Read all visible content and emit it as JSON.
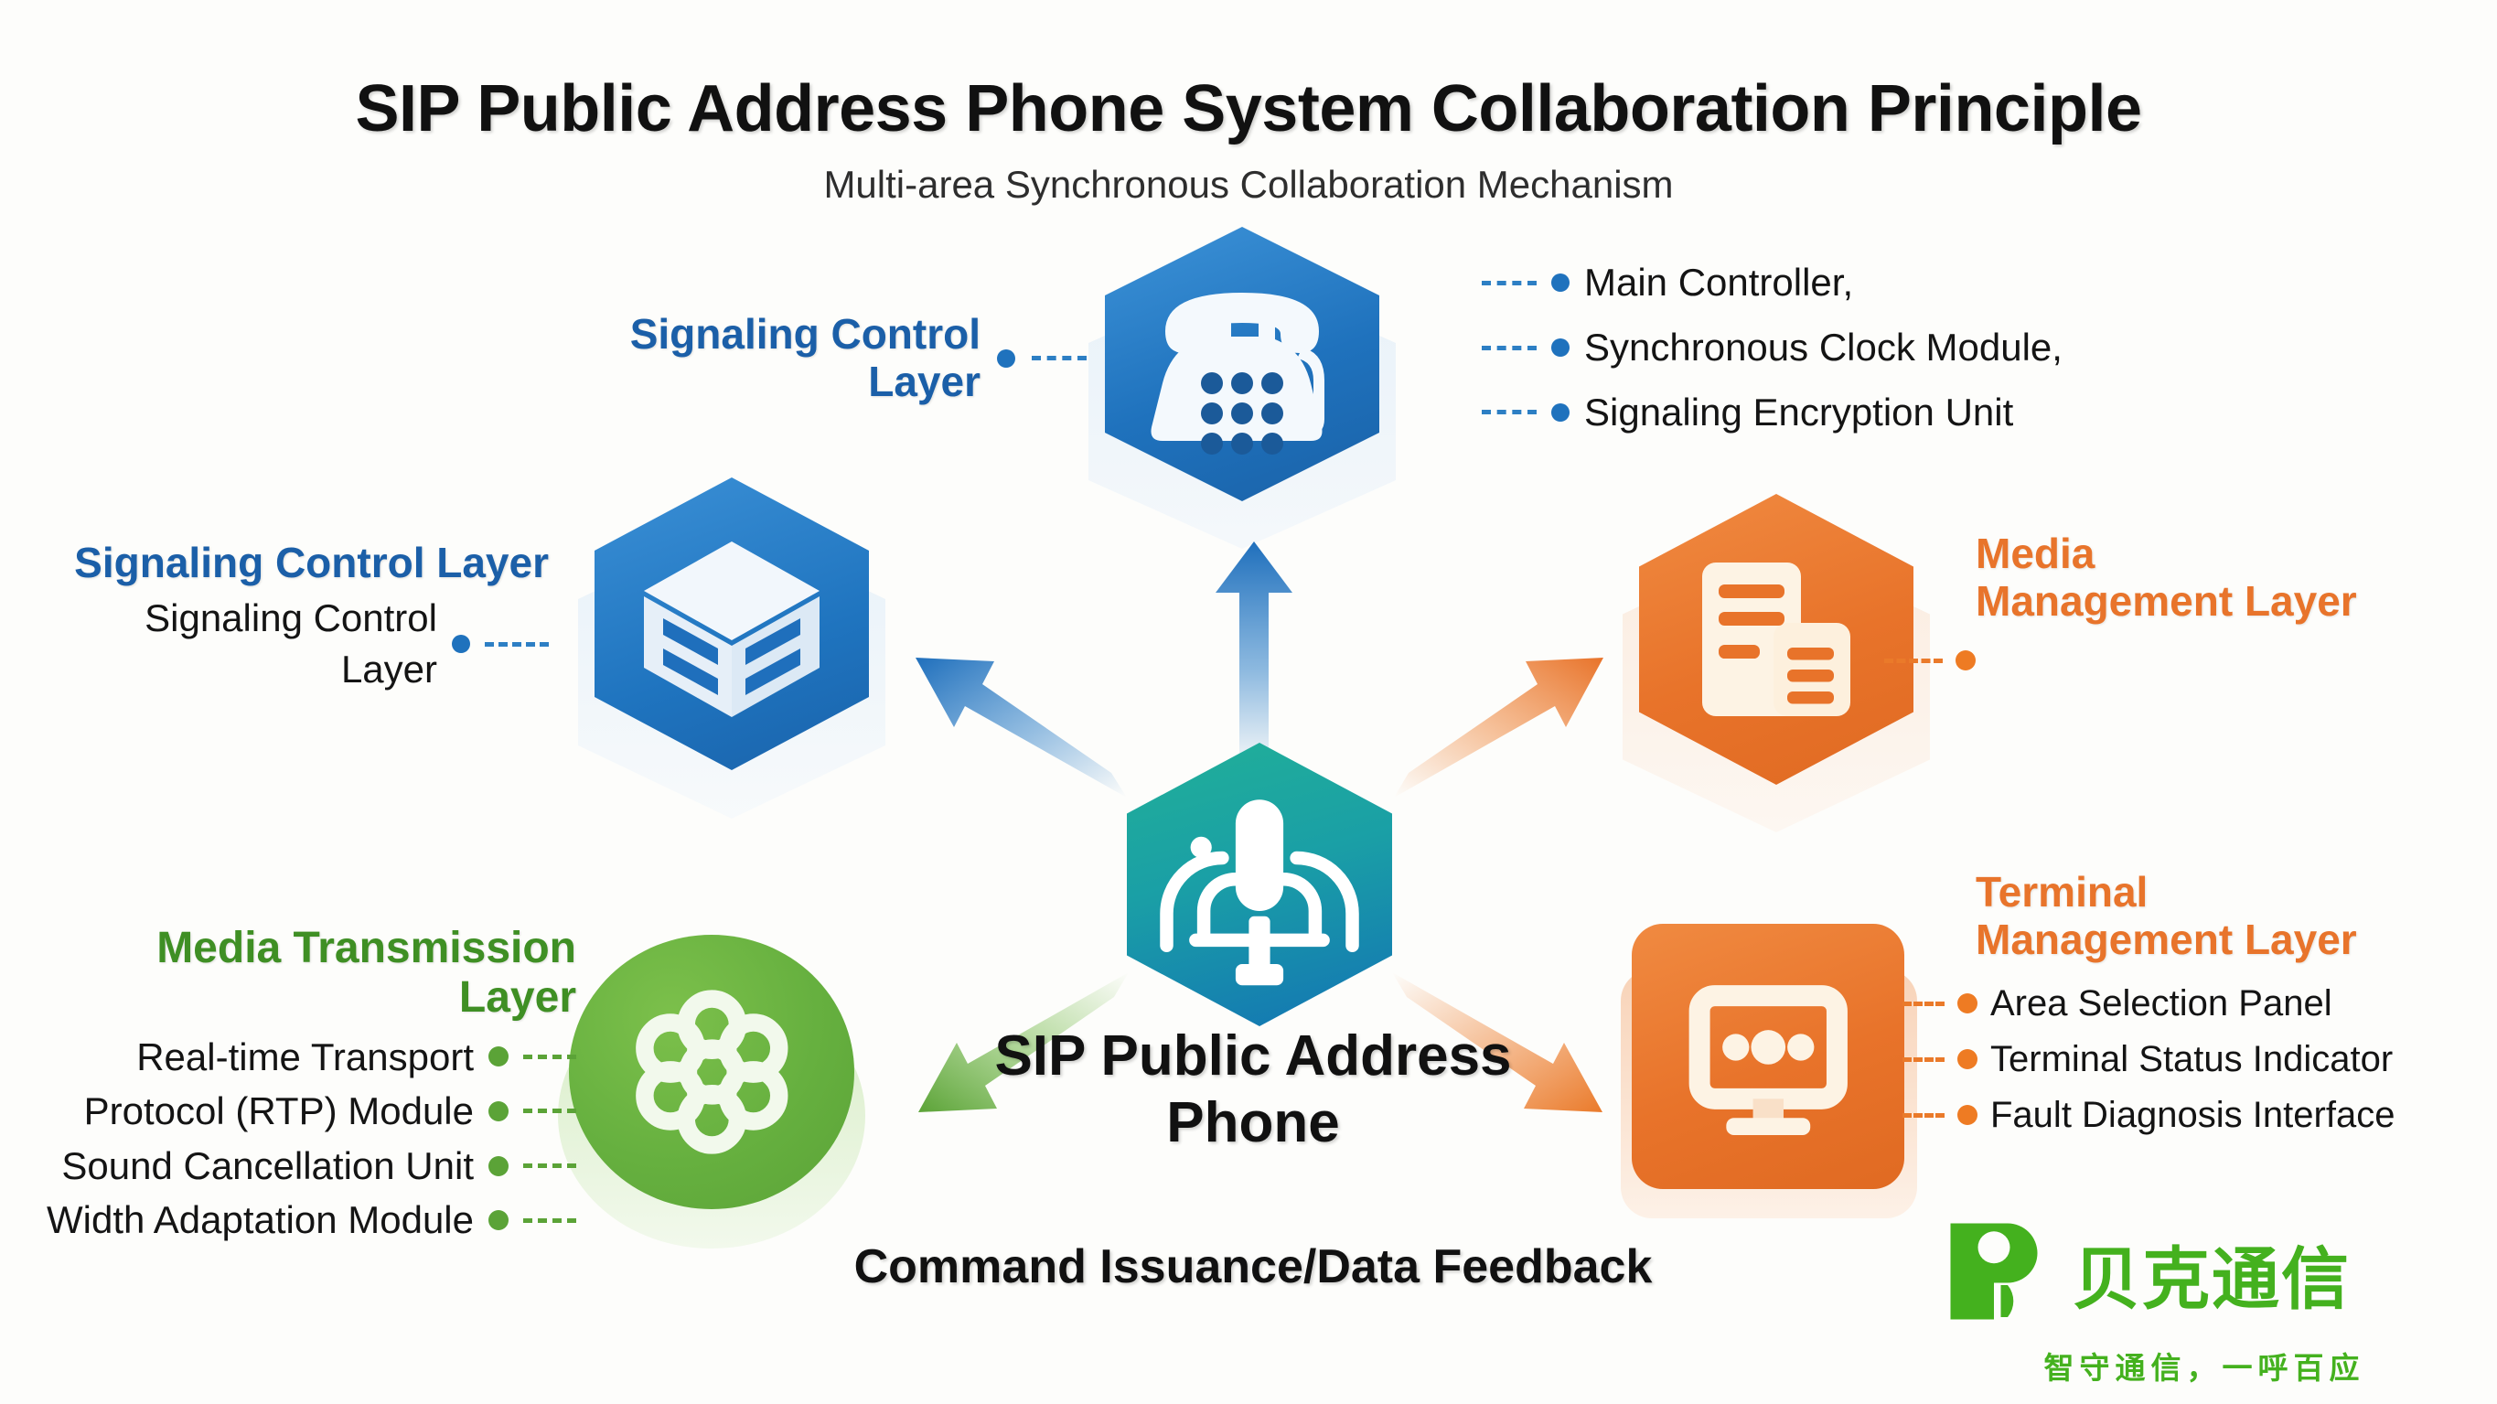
{
  "header": {
    "title": "SIP Public Address Phone System Collaboration Principle",
    "subtitle": "Multi-area Synchronous Collaboration Mechanism"
  },
  "center": {
    "label": "SIP Public Address\nPhone",
    "label_line1": "SIP Public Address",
    "label_line2": "Phone",
    "icon": "microphone-broadcast-icon",
    "color": "#1a9fa6"
  },
  "caption": {
    "text": "Command Issuance/Data Feedback"
  },
  "groups": {
    "top_left": {
      "heading": "Signaling Control Layer",
      "color": "#1b5fa8",
      "items": []
    },
    "top_right": {
      "color": "#1f72bd",
      "items": [
        "Main Controller,",
        "Synchronous Clock Module,",
        "Signaling Encryption Unit"
      ]
    },
    "left": {
      "heading": "Signaling Control Layer",
      "color": "#1b5fa8",
      "items": [
        "Signaling Control Layer"
      ]
    },
    "media_management": {
      "heading_line1": "Media",
      "heading_line2": "Management Layer",
      "color": "#e8742b",
      "items": []
    },
    "media_transmission": {
      "heading": "Media Transmission Layer",
      "color": "#3f8f24",
      "items": [
        "Real-time Transport",
        "Protocol (RTP) Module",
        "Sound Cancellation Unit",
        "Width Adaptation Module"
      ]
    },
    "terminal_management": {
      "heading_line1": "Terminal",
      "heading_line2": "Management Layer",
      "color": "#e8742b",
      "items": [
        "Area Selection Panel",
        "Terminal Status Indicator",
        "Fault Diagnosis Interface"
      ]
    }
  },
  "nodes": {
    "signaling": {
      "icon": "desk-phone-icon",
      "color": "#1f72bd"
    },
    "left_layers": {
      "icon": "stacked-cube-icon",
      "color": "#1f74bf"
    },
    "media_docs": {
      "icon": "documents-icon",
      "color": "#e8732a"
    },
    "media_transmission": {
      "icon": "flower-gear-icon",
      "color": "#66b03f"
    },
    "terminal": {
      "icon": "monitor-icon",
      "color": "#e8732a"
    }
  },
  "arrows": {
    "up": "#1f72bd",
    "upper_left": "#1f72bd",
    "upper_right": "#e8732a",
    "lower_left": "#5ba337",
    "lower_right": "#ee7b23"
  },
  "logo": {
    "name": "贝克通信",
    "tagline": "智守通信，一呼百应",
    "color": "#44b11e",
    "mark": "beike-logo-mark"
  }
}
